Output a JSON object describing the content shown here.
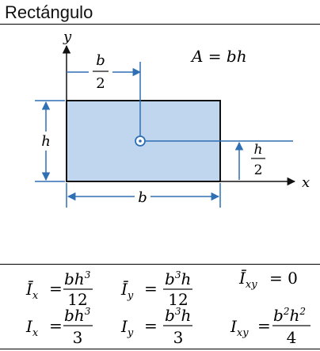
{
  "title": "Rectángulo",
  "colors": {
    "rect_fill": "#bfd6ee",
    "arrow_blue": "#2f6fb3",
    "stroke": "#111111"
  },
  "diagram": {
    "x_axis_label": "x",
    "y_axis_label": "y",
    "area_formula": "A = bh",
    "width_label": "b",
    "height_label": "h",
    "half_b": {
      "num": "b",
      "den": "2"
    },
    "half_h": {
      "num": "h",
      "den": "2"
    },
    "centroid_marker": "centroid"
  },
  "formulas": {
    "ixbar": {
      "lhs": "Ī",
      "sub": "x",
      "num": "bh",
      "num_exp": "3",
      "den": "12"
    },
    "iybar": {
      "lhs": "Ī",
      "sub": "y",
      "num": "b",
      "num_exp": "3",
      "num_tail": "h",
      "den": "12"
    },
    "ixybar": {
      "lhs": "Ī",
      "sub": "xy",
      "rhs": "= 0"
    },
    "ix": {
      "lhs": "I",
      "sub": "x",
      "num": "bh",
      "num_exp": "3",
      "den": "3"
    },
    "iy": {
      "lhs": "I",
      "sub": "y",
      "num": "b",
      "num_exp": "3",
      "num_tail": "h",
      "den": "3"
    },
    "ixy": {
      "lhs": "I",
      "sub": "xy",
      "num": "b",
      "num_exp": "2",
      "num_tail": "h",
      "num_exp2": "2",
      "den": "4"
    }
  }
}
